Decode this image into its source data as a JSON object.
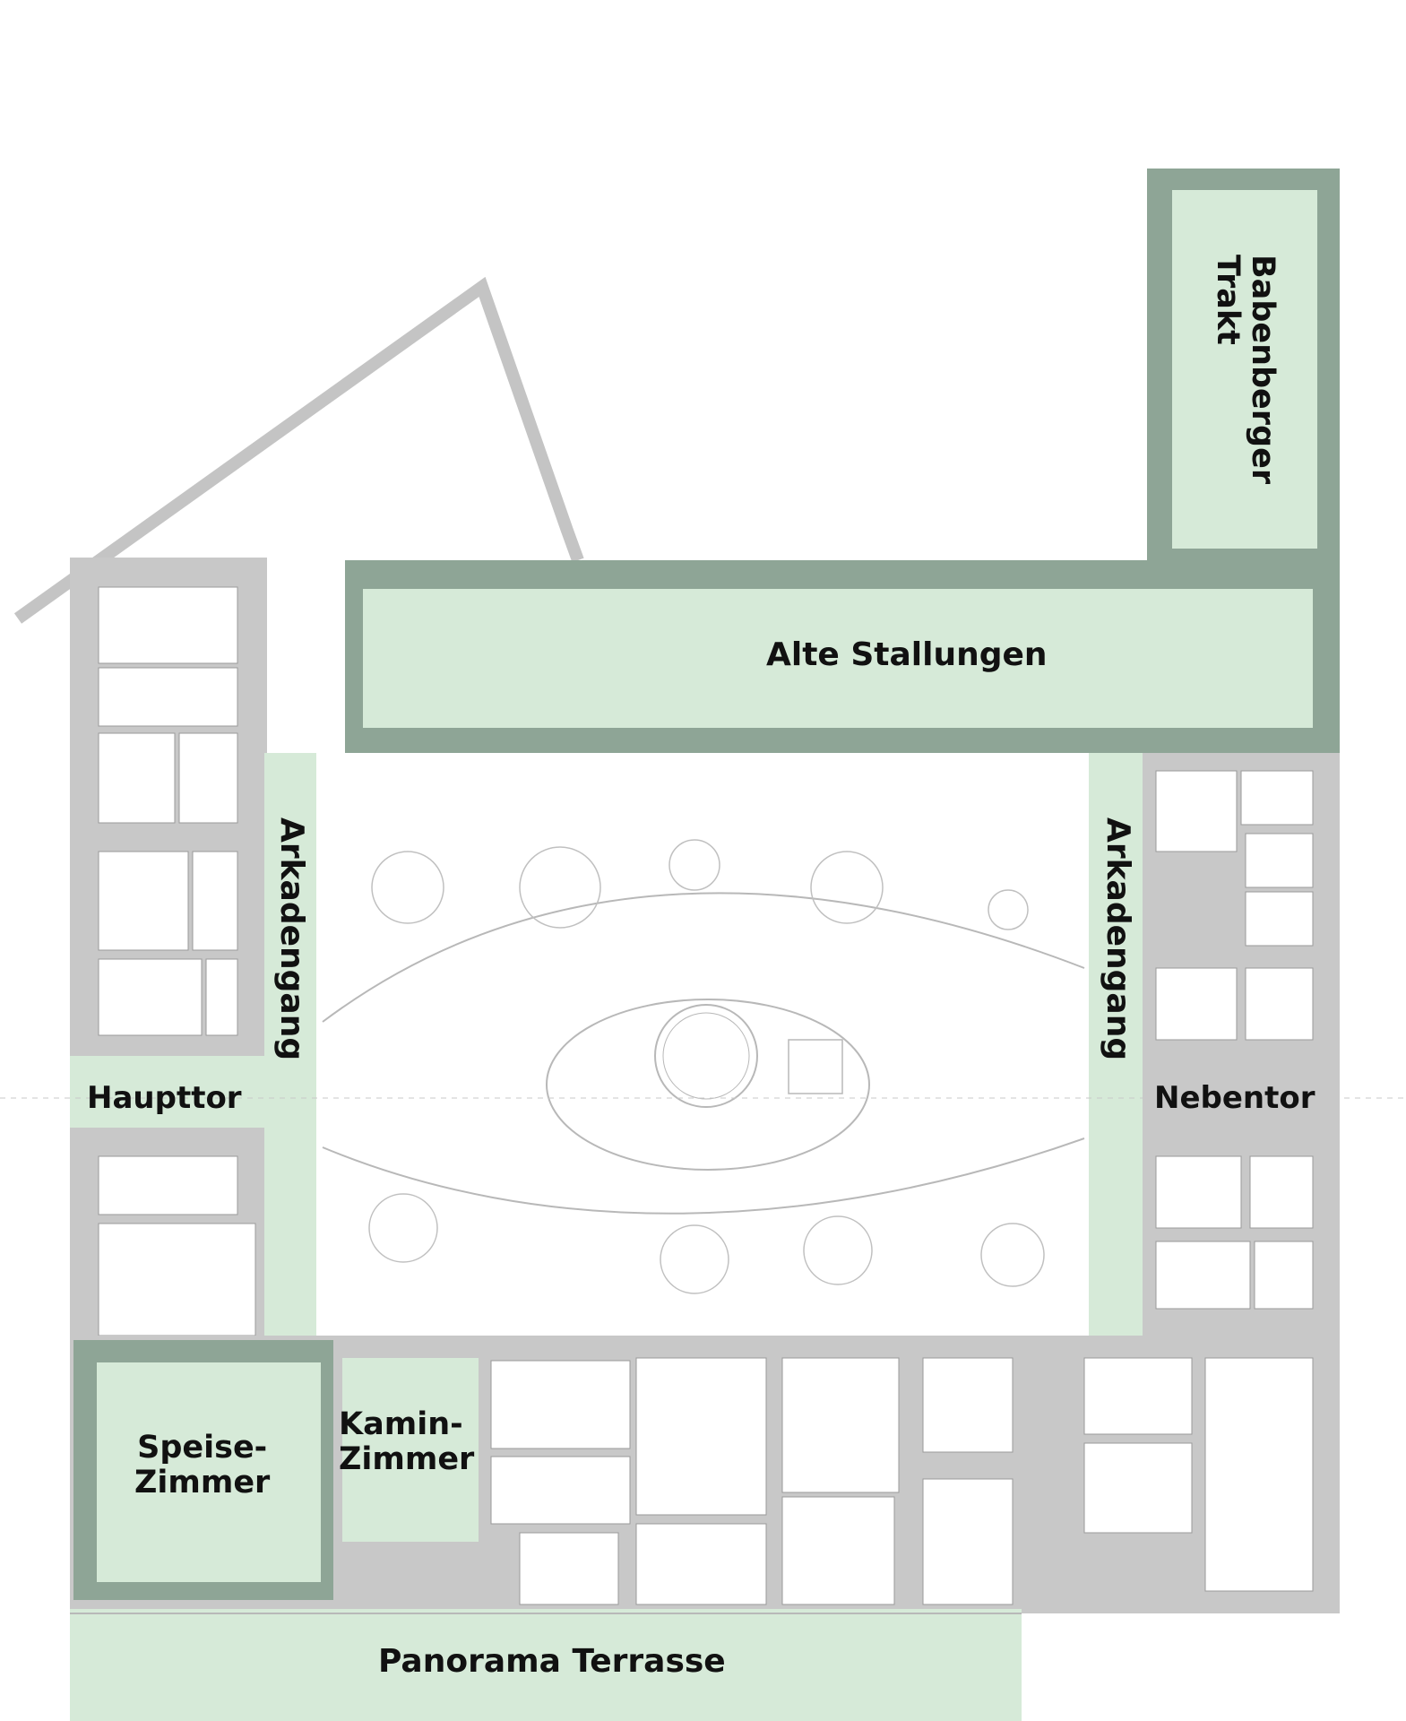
{
  "labels": {
    "babenberger_1": "Babenberger",
    "babenberger_2": "Trakt",
    "alte_stallungen": "Alte Stallungen",
    "arkadengang_west": "Arkadengang",
    "arkadengang_east": "Arkadengang",
    "haupttor": "Haupttor",
    "nebentor": "Nebentor",
    "speise_1": "Speise-",
    "speise_2": "Zimmer",
    "kamin_1": "Kamin-",
    "kamin_2": "Zimmer",
    "panorama": "Panorama Terrasse"
  },
  "colors": {
    "highlight": "#d6ead8",
    "wall": "#c8c8c8",
    "wall_dark": "#8ea596",
    "line": "#b8b8b8"
  }
}
